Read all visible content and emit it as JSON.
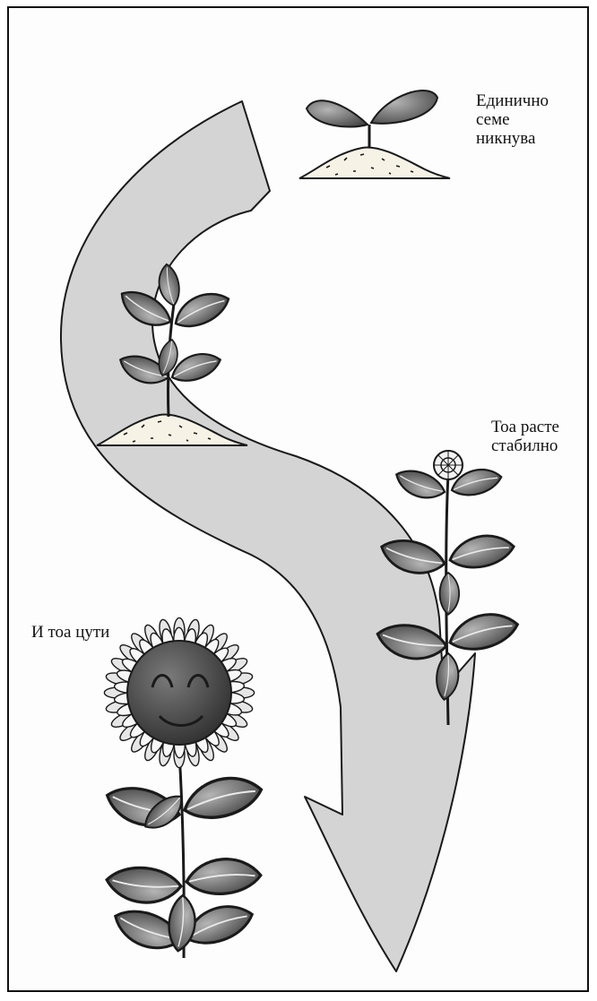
{
  "diagram": {
    "type": "plant-growth-cycle",
    "arrow_direction": "clockwise, top-right to bottom-right",
    "stages": [
      {
        "id": "germinate",
        "lines": [
          "Единично",
          "семе",
          "никнува"
        ],
        "illustration": "seedling-in-soil"
      },
      {
        "id": "young",
        "lines": [],
        "illustration": "young-plant-in-soil"
      },
      {
        "id": "grows",
        "lines": [
          "Тоа расте",
          "стабилно"
        ],
        "illustration": "tall-plant-with-bud"
      },
      {
        "id": "blooms",
        "lines": [
          "И тоа цути"
        ],
        "illustration": "smiling-sunflower"
      }
    ],
    "colors": {
      "arrow_fill": "#d4d4d4",
      "outline": "#1a1a1a",
      "leaf_dark": "#3c3c3c",
      "leaf_light": "#b5b5b5",
      "soil": "#f6f3e6",
      "flower_face": "#3a3a3a",
      "petal": "#f2f2f2"
    }
  }
}
